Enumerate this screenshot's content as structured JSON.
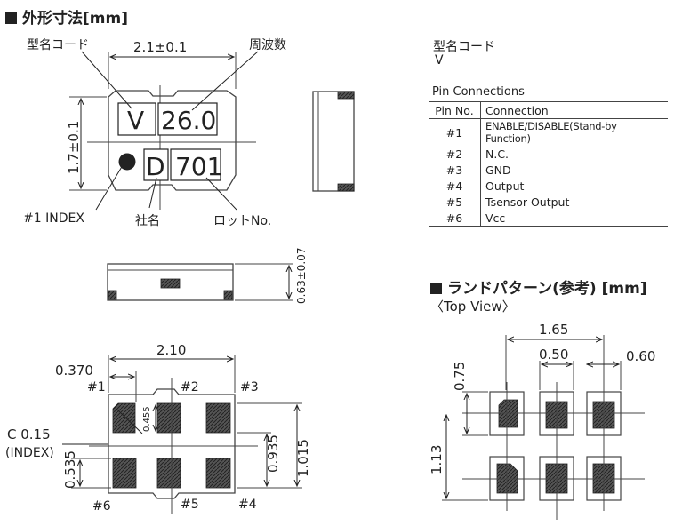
{
  "outline": {
    "title": "外形寸法[mm]",
    "label_type_code": "型名コード",
    "label_frequency": "周波数",
    "width_dim": "2.1±0.1",
    "height_dim": "1.7±0.1",
    "mark_v": "V",
    "mark_freq": "26.0",
    "mark_d": "D",
    "mark_lot": "701",
    "label_index": "#1 INDEX",
    "label_company": "社名",
    "label_lot": "ロットNo.",
    "thickness_dim": "0.63±0.07"
  },
  "type_code": {
    "label": "型名コード",
    "value": "V"
  },
  "pin_table": {
    "title": "Pin Connections",
    "header": [
      "Pin No.",
      "Connection"
    ],
    "rows": [
      [
        "#1",
        "ENABLE/DISABLE(Stand-by Function)"
      ],
      [
        "#2",
        "N.C."
      ],
      [
        "#3",
        "GND"
      ],
      [
        "#4",
        "Output"
      ],
      [
        "#5",
        "Tsensor Output"
      ],
      [
        "#6",
        "Vcc"
      ]
    ]
  },
  "bottom": {
    "width_dim": "2.10",
    "pitch_dim": "0.370",
    "pad_dim": "0.455",
    "chamfer_label": "C  0.15",
    "index_label": "(INDEX)",
    "pad_height_dim": "0.535",
    "row_dim": "0.935",
    "span_dim": "1.015",
    "pins": [
      "#1",
      "#2",
      "#3",
      "#4",
      "#5",
      "#6"
    ]
  },
  "land": {
    "title": "ランドパターン(参考) [mm]",
    "subtitle": "〈Top View〉",
    "dim_pitch": "1.65",
    "dim_width": "0.50",
    "dim_gap": "0.60",
    "dim_height": "0.75",
    "dim_span": "1.13"
  }
}
